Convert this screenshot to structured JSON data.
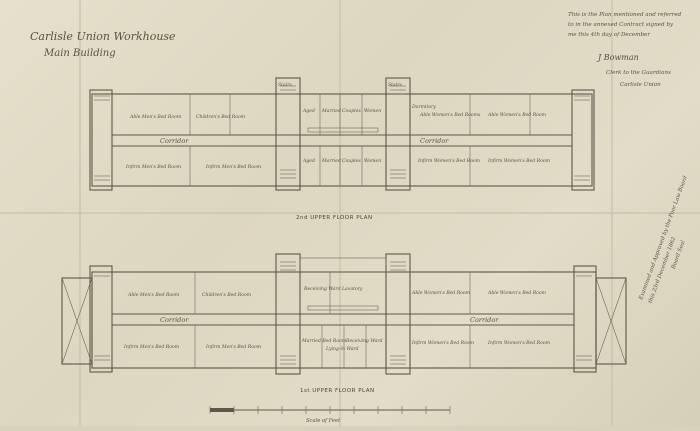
{
  "title": {
    "line1": "Carlisle Union Workhouse",
    "line2": "Main Building"
  },
  "approval_note": {
    "lines": [
      "This is the Plan mentioned and referred",
      "to in the annexed Contract signed by",
      "me this 4th day of December"
    ],
    "signature": "J Bowman",
    "role_line1": "Clerk to the Guardians",
    "role_line2": "Carlisle Union"
  },
  "side_note": {
    "line1": "Examined and Approved by the Poor Law Board",
    "line2": "this 23rd December 1862",
    "line3": "Board Seal"
  },
  "plan_upper": {
    "label": "2nd UPPER FLOOR PLAN",
    "corridor_left": "Corridor",
    "corridor_right": "Corridor",
    "rooms_top": [
      "Able Men's Bed Room",
      "Children's Bed Room",
      "Aged",
      "Married",
      "Couples",
      "Women",
      "Dormitory",
      "Able Women's Bed Rooms",
      "Able Women's Bed Room"
    ],
    "rooms_bottom": [
      "Infirm Men's Bed Room",
      "Infirm Men's Bed Room",
      "Aged",
      "Married",
      "Couples",
      "Women",
      "Infirm Women's Bed Room",
      "Infirm Women's Bed Room"
    ],
    "stair_labels": [
      "Stairs",
      "Stairs"
    ]
  },
  "plan_lower": {
    "label": "1st UPPER FLOOR PLAN",
    "corridor_left": "Corridor",
    "corridor_right": "Corridor",
    "rooms_top": [
      "Able Men's Bed Room",
      "Children's Bed Room",
      "Receiving Ward",
      "Lavatory",
      "Able Women's Bed Room",
      "Able Women's Bed Room"
    ],
    "rooms_bottom": [
      "Infirm Men's Bed Room",
      "Infirm Men's Bed Room",
      "Married Bed Room",
      "Lying-in Ward",
      "Receiving Ward",
      "Infirm Women's Bed Room",
      "Infirm Women's Bed Room"
    ]
  },
  "scale": {
    "caption": "Scale of Feet",
    "ticks": [
      "",
      "",
      "",
      "",
      "",
      "",
      "",
      "",
      "",
      "",
      ""
    ]
  }
}
